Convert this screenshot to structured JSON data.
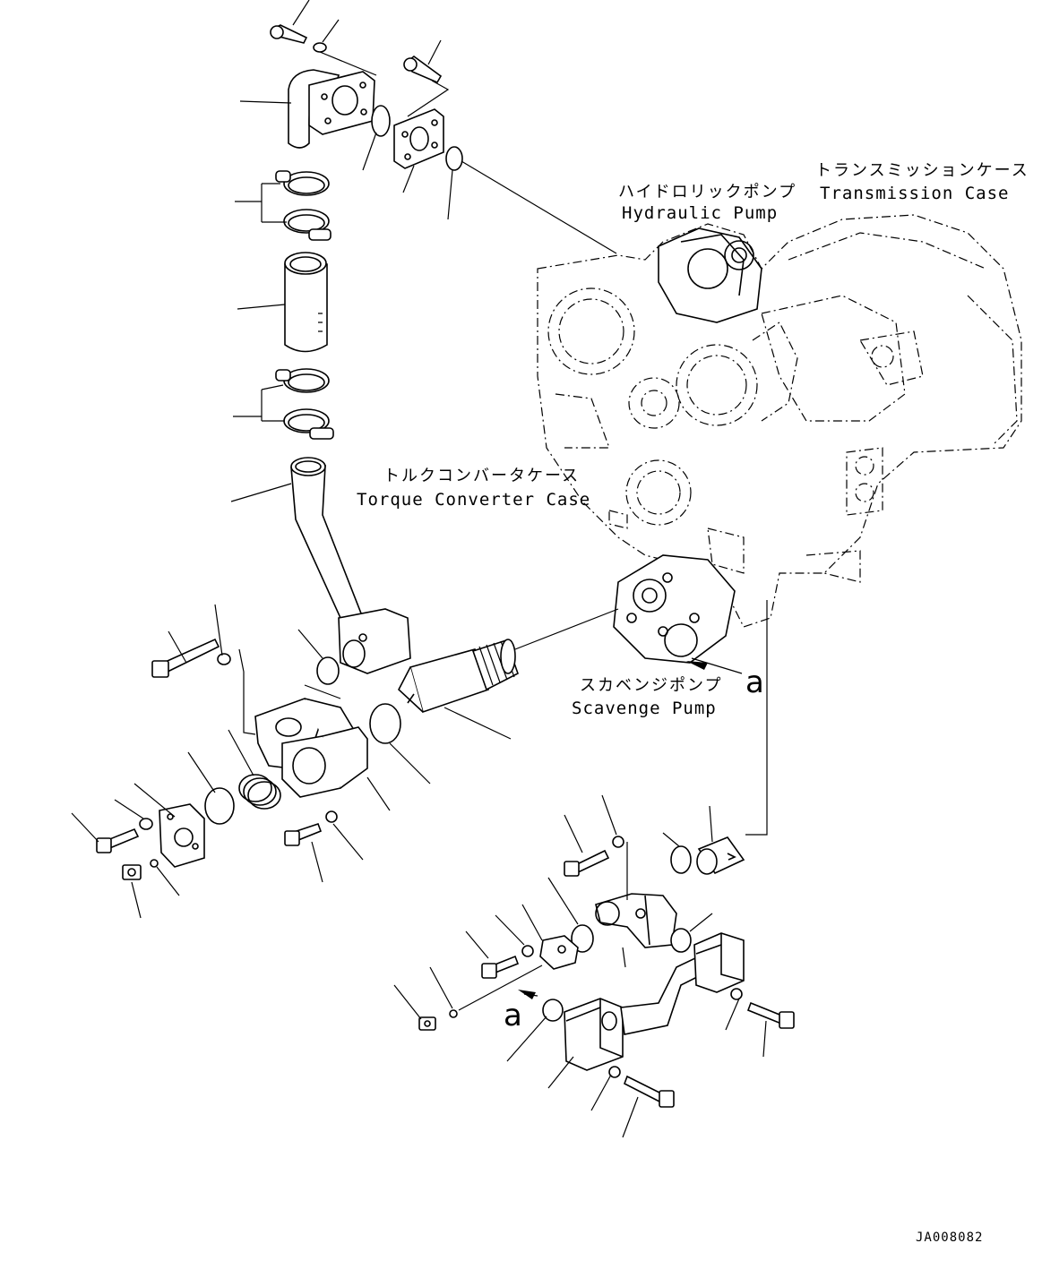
{
  "labels": {
    "hydraulic_pump_ja": "ハイドロリックポンプ",
    "hydraulic_pump_en": "Hydraulic Pump",
    "transmission_case_ja": "トランスミッションケース",
    "transmission_case_en": "Transmission Case",
    "torque_converter_case_ja": "トルクコンバータケース",
    "torque_converter_case_en": "Torque Converter Case",
    "scavenge_pump_ja": "スカベンジポンプ",
    "scavenge_pump_en": "Scavenge Pump",
    "callout_upper": "a",
    "callout_lower": "a",
    "drawing_code": "JA008082"
  },
  "colors": {
    "line": "#000000",
    "background": "#ffffff"
  }
}
